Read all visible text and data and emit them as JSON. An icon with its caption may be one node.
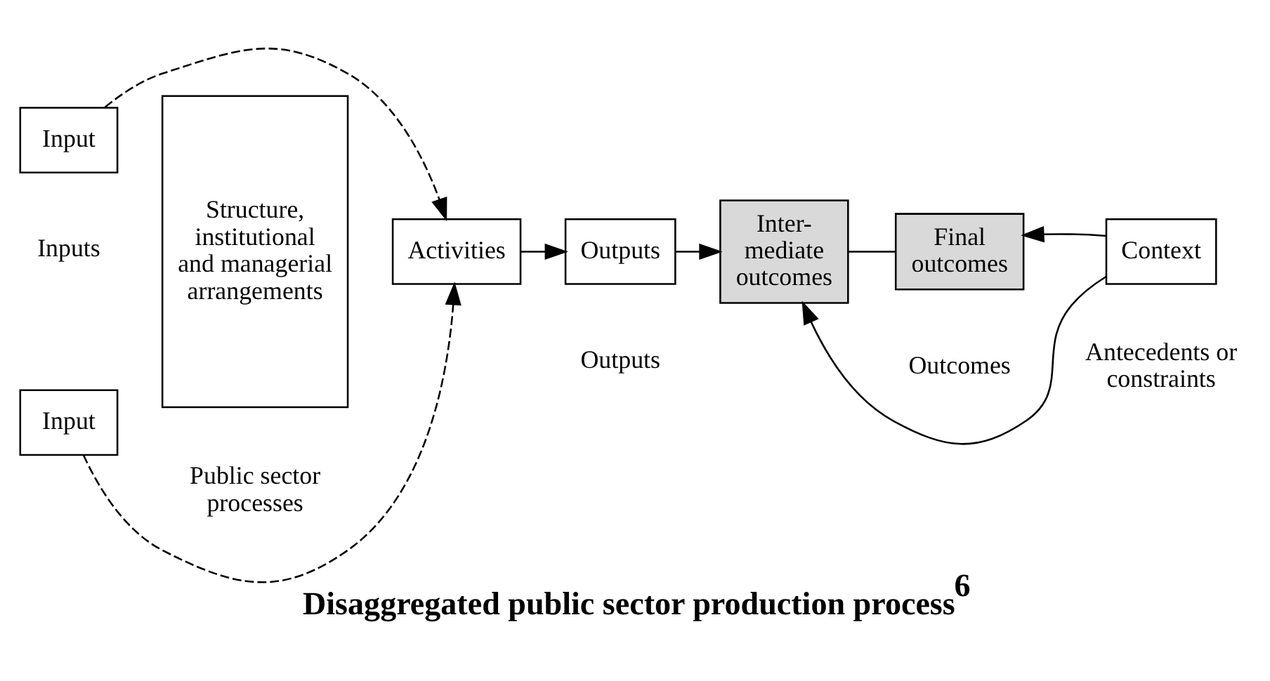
{
  "diagram": {
    "title": "Disaggregated public sector production process$^{6}$",
    "nodes": [
      {
        "text": [
          "Input"
        ]
      },
      {
        "text": [
          "Structure, institutional and managerial arrangements"
        ]
      },
      {
        "text": [
          "Input"
        ]
      },
      {
        "text": [
          "Activities"
        ]
      },
      {
        "text": [
          "Outputs"
        ]
      },
      {
        "text": [
          "Inter- mediate outcomes"
        ]
      },
      {
        "text": [
          "Final outcomes"
        ]
      },
      {
        "text": [
          "Context"
        ]
      }
    ],
    "edges": [
      {
        "from": 0,
        "to": 3,
        "arrow": "to",
        "style": "dashed"
      },
      {
        "from": 2,
        "to": 3,
        "arrow": "to",
        "style": "dashed"
      },
      {
        "from": 3,
        "to": 4,
        "arrow": "to"
      },
      {
        "from": 4,
        "to": 5,
        "arrow": "to"
      },
      {
        "from": 5,
        "to": 6,
        "arrow": "none"
      },
      {
        "from": 7,
        "to": 5,
        "arrow": "to"
      },
      {
        "from": 7,
        "to": 6,
        "arrow": "to"
      }
    ],
    "labels": [
      "Inputs",
      "Public sector processes",
      "Outputs",
      "Outcomes",
      "Antecedents or constraints"
    ]
  }
}
